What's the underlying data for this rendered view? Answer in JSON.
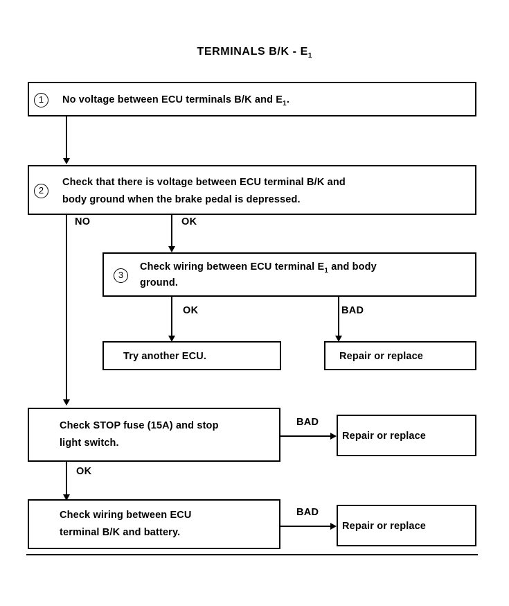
{
  "document": {
    "title_prefix": "TERMINALS B/K - E",
    "title_subscript": "1"
  },
  "chart_data": {
    "type": "diagram",
    "diagram_kind": "troubleshooting-flowchart",
    "title": "TERMINALS B/K - E1",
    "nodes": [
      {
        "id": "n1",
        "marker": "1",
        "marker_style": "circled",
        "text_prefix": "No voltage between ECU terminals B/K and E",
        "text_subscript": "1",
        "text_suffix": ".",
        "full_text": "No voltage between ECU terminals B/K and E1 ."
      },
      {
        "id": "n2",
        "marker": "2",
        "marker_style": "circled",
        "full_text": "Check that there is voltage between ECU terminal B/K and\nbody ground when the brake pedal is depressed."
      },
      {
        "id": "n3",
        "marker": "3",
        "marker_style": "circled",
        "text_prefix": "Check wiring between ECU terminal E",
        "text_subscript": "1",
        "text_suffix": " and body",
        "text_line2": "ground.",
        "full_text": "Check wiring between ECU terminal E1 and body ground."
      },
      {
        "id": "n4",
        "marker": "",
        "full_text": "Try another ECU."
      },
      {
        "id": "n5",
        "marker": "",
        "full_text": "Repair or replace"
      },
      {
        "id": "n6",
        "marker": "",
        "full_text": "Check STOP fuse (15A) and stop\nlight switch."
      },
      {
        "id": "n7",
        "marker": "",
        "full_text": "Repair or replace"
      },
      {
        "id": "n8",
        "marker": "",
        "full_text": "Check wiring between ECU\nterminal B/K and battery."
      },
      {
        "id": "n9",
        "marker": "",
        "full_text": "Repair or replace"
      }
    ],
    "edges": [
      {
        "from": "n1",
        "to": "n2",
        "label": ""
      },
      {
        "from": "n2",
        "to": "n6",
        "label": "NO"
      },
      {
        "from": "n2",
        "to": "n3",
        "label": "OK"
      },
      {
        "from": "n3",
        "to": "n4",
        "label": "OK"
      },
      {
        "from": "n3",
        "to": "n5",
        "label": "BAD"
      },
      {
        "from": "n6",
        "to": "n7",
        "label": "BAD"
      },
      {
        "from": "n6",
        "to": "n8",
        "label": "OK"
      },
      {
        "from": "n8",
        "to": "n9",
        "label": "BAD"
      }
    ]
  },
  "boxes": {
    "box1": {
      "marker": "1",
      "line1_prefix": "No voltage between ECU terminals B/K and E",
      "line1_sub": "1",
      "line1_suffix": "."
    },
    "box2": {
      "marker": "2",
      "line1": "Check that there is voltage between ECU terminal B/K and",
      "line2": "body ground when the brake pedal is depressed."
    },
    "box3": {
      "marker": "3",
      "line1_prefix": "Check wiring between ECU terminal E",
      "line1_sub": "1",
      "line1_suffix": " and body",
      "line2": "ground."
    },
    "box4": {
      "line1": "Try another ECU."
    },
    "box5": {
      "line1": "Repair or replace"
    },
    "box6": {
      "line1": "Check STOP fuse (15A) and stop",
      "line2": "light switch."
    },
    "box7": {
      "line1": "Repair or replace"
    },
    "box8": {
      "line1": "Check wiring between ECU",
      "line2": "terminal B/K and battery."
    },
    "box9": {
      "line1": "Repair or replace"
    }
  },
  "labels": {
    "no_1": "NO",
    "ok_1": "OK",
    "ok_2": "OK",
    "bad_1": "BAD",
    "bad_2": "BAD",
    "ok_3": "OK",
    "bad_3": "BAD"
  },
  "colors": {
    "ink": "#000000",
    "paper": "#ffffff"
  }
}
